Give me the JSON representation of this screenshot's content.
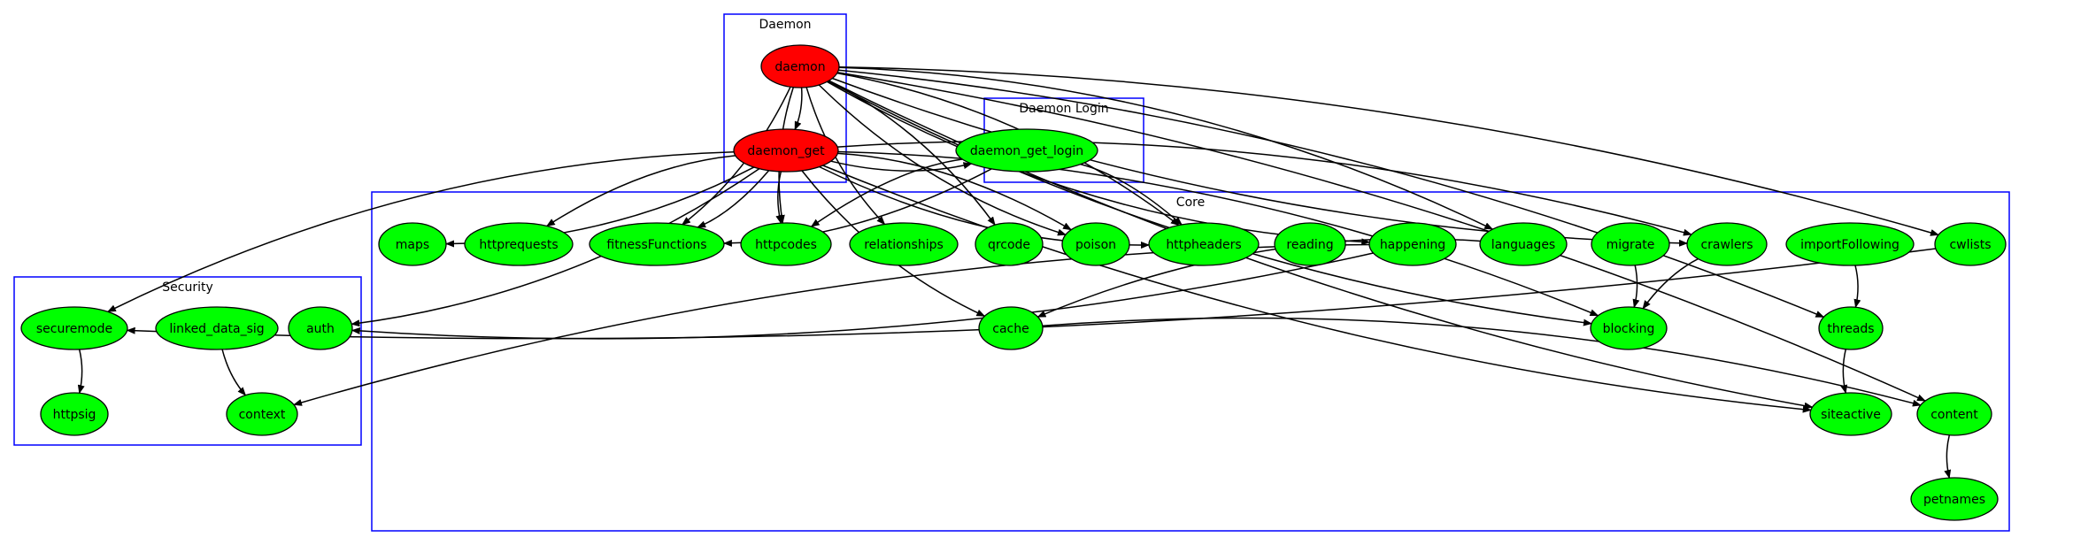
{
  "colors": {
    "main": "#ff0000",
    "module": "#00ff00",
    "cluster_border": "#0000ff"
  },
  "clusters": [
    {
      "id": "daemon_cluster",
      "label": "Daemon"
    },
    {
      "id": "login_cluster",
      "label": "Daemon Login"
    },
    {
      "id": "core_cluster",
      "label": "Core"
    },
    {
      "id": "security_cluster",
      "label": "Security"
    }
  ],
  "nodes": [
    {
      "id": "daemon",
      "label": "daemon",
      "kind": "main"
    },
    {
      "id": "daemon_get",
      "label": "daemon_get",
      "kind": "main"
    },
    {
      "id": "daemon_get_login",
      "label": "daemon_get_login",
      "kind": "module"
    },
    {
      "id": "maps",
      "label": "maps",
      "kind": "module"
    },
    {
      "id": "httprequests",
      "label": "httprequests",
      "kind": "module"
    },
    {
      "id": "fitnessFunctions",
      "label": "fitnessFunctions",
      "kind": "module"
    },
    {
      "id": "httpcodes",
      "label": "httpcodes",
      "kind": "module"
    },
    {
      "id": "relationships",
      "label": "relationships",
      "kind": "module"
    },
    {
      "id": "qrcode",
      "label": "qrcode",
      "kind": "module"
    },
    {
      "id": "poison",
      "label": "poison",
      "kind": "module"
    },
    {
      "id": "httpheaders",
      "label": "httpheaders",
      "kind": "module"
    },
    {
      "id": "reading",
      "label": "reading",
      "kind": "module"
    },
    {
      "id": "happening",
      "label": "happening",
      "kind": "module"
    },
    {
      "id": "languages",
      "label": "languages",
      "kind": "module"
    },
    {
      "id": "migrate",
      "label": "migrate",
      "kind": "module"
    },
    {
      "id": "crawlers",
      "label": "crawlers",
      "kind": "module"
    },
    {
      "id": "importFollowing",
      "label": "importFollowing",
      "kind": "module"
    },
    {
      "id": "cwlists",
      "label": "cwlists",
      "kind": "module"
    },
    {
      "id": "cache",
      "label": "cache",
      "kind": "module"
    },
    {
      "id": "blocking",
      "label": "blocking",
      "kind": "module"
    },
    {
      "id": "threads",
      "label": "threads",
      "kind": "module"
    },
    {
      "id": "siteactive",
      "label": "siteactive",
      "kind": "module"
    },
    {
      "id": "content",
      "label": "content",
      "kind": "module"
    },
    {
      "id": "petnames",
      "label": "petnames",
      "kind": "module"
    },
    {
      "id": "securemode",
      "label": "securemode",
      "kind": "module"
    },
    {
      "id": "linked_data_sig",
      "label": "linked_data_sig",
      "kind": "module"
    },
    {
      "id": "auth",
      "label": "auth",
      "kind": "module"
    },
    {
      "id": "httpsig",
      "label": "httpsig",
      "kind": "module"
    },
    {
      "id": "context",
      "label": "context",
      "kind": "module"
    }
  ],
  "edges": [
    {
      "from": "daemon",
      "to": "daemon_get"
    },
    {
      "from": "daemon",
      "to": "httpcodes"
    },
    {
      "from": "daemon",
      "to": "fitnessFunctions"
    },
    {
      "from": "daemon",
      "to": "relationships"
    },
    {
      "from": "daemon",
      "to": "qrcode"
    },
    {
      "from": "daemon",
      "to": "poison"
    },
    {
      "from": "daemon",
      "to": "httpheaders"
    },
    {
      "from": "daemon",
      "to": "happening"
    },
    {
      "from": "daemon",
      "to": "languages"
    },
    {
      "from": "daemon",
      "to": "crawlers"
    },
    {
      "from": "daemon",
      "to": "cwlists"
    },
    {
      "from": "daemon",
      "to": "blocking"
    },
    {
      "from": "daemon",
      "to": "threads"
    },
    {
      "from": "daemon",
      "to": "siteactive"
    },
    {
      "from": "daemon",
      "to": "content"
    },
    {
      "from": "daemon_get",
      "to": "daemon_get_login"
    },
    {
      "from": "daemon_get",
      "to": "maps"
    },
    {
      "from": "daemon_get",
      "to": "httprequests"
    },
    {
      "from": "daemon_get",
      "to": "fitnessFunctions"
    },
    {
      "from": "daemon_get",
      "to": "httpcodes"
    },
    {
      "from": "daemon_get",
      "to": "poison"
    },
    {
      "from": "daemon_get",
      "to": "httpheaders"
    },
    {
      "from": "daemon_get",
      "to": "crawlers"
    },
    {
      "from": "daemon_get",
      "to": "securemode"
    },
    {
      "from": "daemon_get",
      "to": "auth"
    },
    {
      "from": "daemon_get",
      "to": "cache"
    },
    {
      "from": "daemon_get",
      "to": "blocking"
    },
    {
      "from": "daemon_get",
      "to": "siteactive"
    },
    {
      "from": "daemon_get_login",
      "to": "fitnessFunctions"
    },
    {
      "from": "daemon_get_login",
      "to": "httpcodes"
    },
    {
      "from": "daemon_get_login",
      "to": "httpheaders"
    },
    {
      "from": "happening",
      "to": "context"
    },
    {
      "from": "happening",
      "to": "auth"
    },
    {
      "from": "languages",
      "to": "cache"
    },
    {
      "from": "migrate",
      "to": "blocking"
    },
    {
      "from": "crawlers",
      "to": "blocking"
    },
    {
      "from": "importFollowing",
      "to": "threads"
    },
    {
      "from": "threads",
      "to": "siteactive"
    },
    {
      "from": "cache",
      "to": "content"
    },
    {
      "from": "content",
      "to": "petnames"
    },
    {
      "from": "securemode",
      "to": "httpsig"
    },
    {
      "from": "linked_data_sig",
      "to": "context"
    },
    {
      "from": "cwlists",
      "to": "securemode"
    }
  ]
}
